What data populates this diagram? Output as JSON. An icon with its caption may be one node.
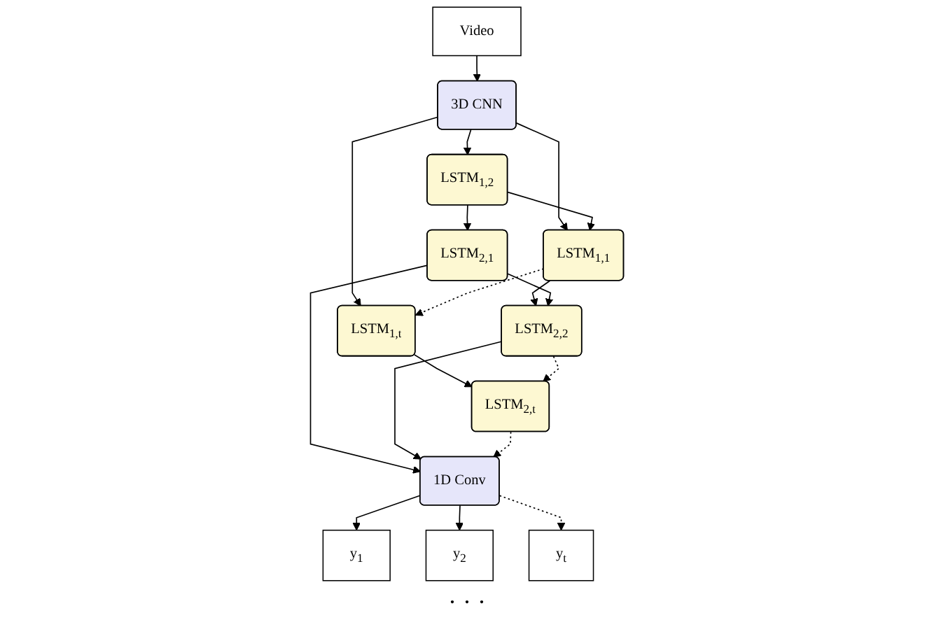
{
  "diagram": {
    "nodes": [
      {
        "text": [
          "Video"
        ]
      },
      {
        "text": [
          "3D CNN"
        ]
      },
      {
        "text": [
          "LSTM$_{1,2}$"
        ]
      },
      {
        "text": [
          "LSTM$_{1,1}$"
        ]
      },
      {
        "text": [
          "LSTM$_{1,t}$"
        ]
      },
      {
        "text": [
          "LSTM$_{2,1}$"
        ]
      },
      {
        "text": [
          "LSTM$_{2,2}$"
        ]
      },
      {
        "text": [
          "LSTM$_{2,t}$"
        ]
      },
      {
        "text": [
          "1D Conv"
        ]
      },
      {
        "text": [
          "y$_{1}$"
        ]
      },
      {
        "text": [
          "y$_{2}$"
        ]
      },
      {
        "text": [
          "y$_{t}$"
        ]
      }
    ],
    "edges": [
      {
        "from": 0,
        "to": 1,
        "arrow": "to"
      },
      {
        "from": 1,
        "to": 2,
        "arrow": "to"
      },
      {
        "from": 1,
        "to": 3,
        "arrow": "to"
      },
      {
        "from": 1,
        "to": 4,
        "arrow": "to"
      },
      {
        "from": 2,
        "to": 3,
        "arrow": "to"
      },
      {
        "from": 3,
        "to": 4,
        "arrow": "to",
        "style": "dashed"
      },
      {
        "from": 2,
        "to": 5,
        "arrow": "to"
      },
      {
        "from": 3,
        "to": 6,
        "arrow": "to"
      },
      {
        "from": 4,
        "to": 7,
        "arrow": "to"
      },
      {
        "from": 5,
        "to": 6,
        "arrow": "to"
      },
      {
        "from": 6,
        "to": 7,
        "arrow": "to",
        "style": "dashed"
      },
      {
        "from": 5,
        "to": 8,
        "arrow": "to"
      },
      {
        "from": 6,
        "to": 8,
        "arrow": "to"
      },
      {
        "from": 7,
        "to": 8,
        "arrow": "to",
        "style": "dashed"
      },
      {
        "from": 8,
        "to": 9,
        "arrow": "to"
      },
      {
        "from": 8,
        "to": 10,
        "arrow": "to"
      },
      {
        "from": 8,
        "to": 11,
        "arrow": "to",
        "style": "dashed"
      }
    ],
    "labels": [
      "· · ·"
    ]
  }
}
